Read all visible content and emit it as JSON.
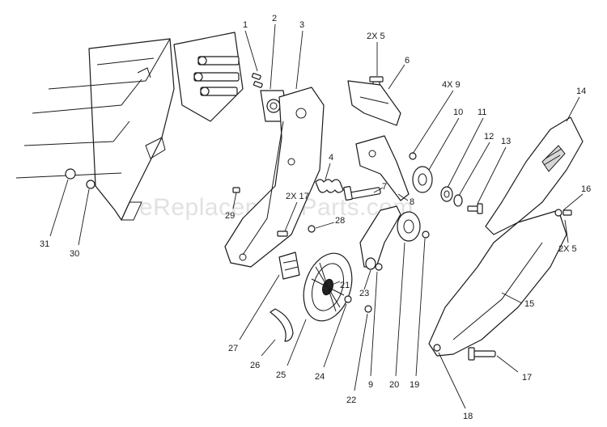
{
  "watermark": "eReplacementParts.com",
  "callouts": [
    "1",
    "2",
    "3",
    "2X 5",
    "6",
    "4X 9",
    "10",
    "11",
    "12",
    "13",
    "14",
    "16",
    "2X 5",
    "4",
    "2X 17",
    "7",
    "8",
    "29",
    "28",
    "31",
    "30",
    "15",
    "21",
    "23",
    "27",
    "26",
    "25",
    "24",
    "9",
    "22",
    "20",
    "19",
    "17",
    "18"
  ]
}
